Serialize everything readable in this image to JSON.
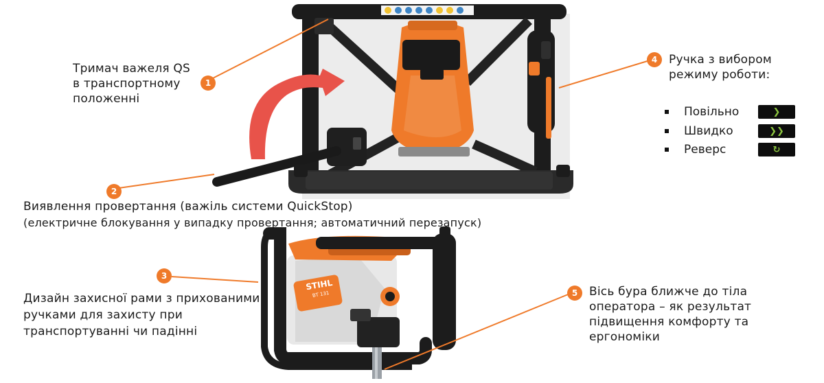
{
  "callouts": [
    {
      "number": "1",
      "lines": [
        "Тримач важеля QS",
        "в транспортному",
        "положенні"
      ]
    },
    {
      "number": "2",
      "lines": [
        "Виявлення провертання (важіль системи QuickStop)",
        "(електричне блокування у випадку провертання; автоматичний перезапуск)"
      ]
    },
    {
      "number": "3",
      "lines": [
        "Дизайн захисної рами з прихованими",
        "ручками для захисту при",
        "транспортуванні чи падінні"
      ]
    },
    {
      "number": "4",
      "lines": [
        "Ручка з вибором",
        "режиму роботи:"
      ]
    },
    {
      "number": "5",
      "lines": [
        "Вісь бура ближче до тіла",
        "оператора – як результат",
        "підвищення комфорту та",
        "ергономіки"
      ]
    }
  ],
  "modes": [
    {
      "label": "Повільно",
      "key_symbol": "❯"
    },
    {
      "label": "Швидко",
      "key_symbol": "❯❯"
    },
    {
      "label": "Реверс",
      "key_symbol": "↻"
    }
  ],
  "brand": {
    "logo": "STIHL",
    "model": "BT 131"
  },
  "colors": {
    "accent": "#ef7a2a",
    "arrow": "#e8534a",
    "frame": "#1c1c1c",
    "key_symbol": "#8cc63f"
  }
}
